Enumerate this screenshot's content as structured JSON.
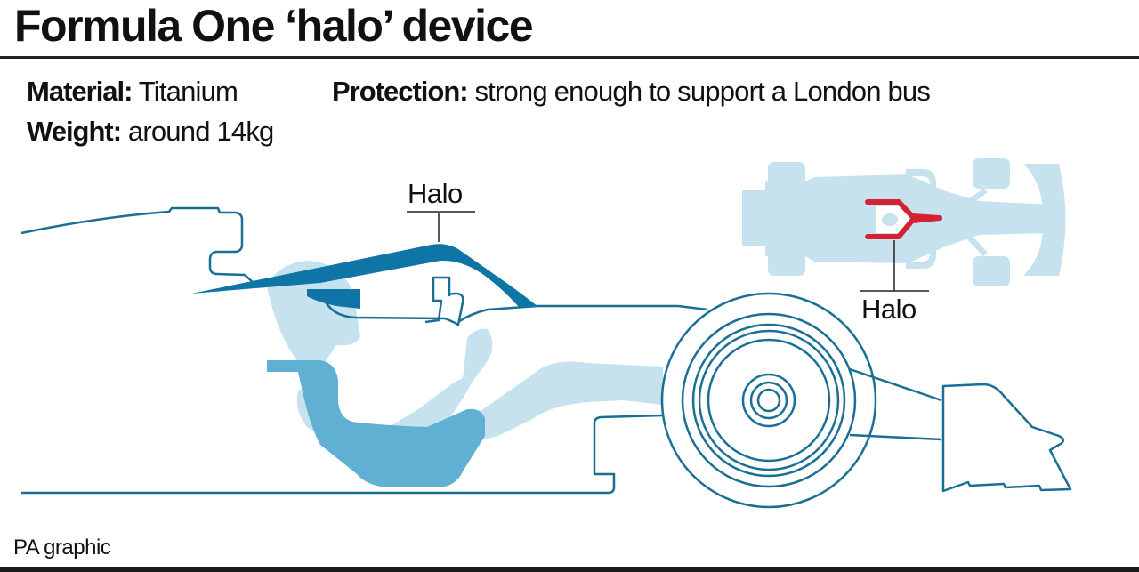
{
  "header": {
    "title": "Formula One ‘halo’ device"
  },
  "facts": [
    {
      "label": "Material:",
      "value": "Titanium"
    },
    {
      "label": "Weight:",
      "value": "around 14kg"
    },
    {
      "label": "Protection:",
      "value": "strong enough to support a London bus"
    }
  ],
  "diagram": {
    "side_view_label": "Halo",
    "top_view_label": "Halo",
    "colors": {
      "outline": "#1a6f94",
      "halo_side": "#0f74a6",
      "seat": "#5fb0d2",
      "driver": "#c6e2ee",
      "top_view_car": "#c6e2ee",
      "halo_top": "#d42232"
    }
  },
  "footer": {
    "credit": "PA graphic"
  }
}
